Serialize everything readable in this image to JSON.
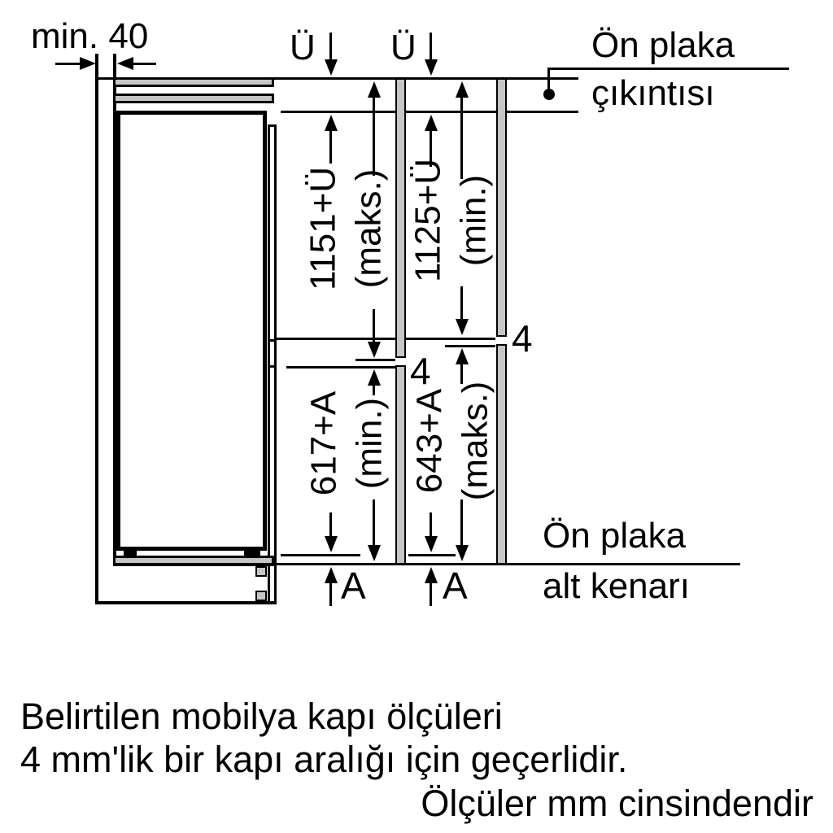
{
  "diagram": {
    "min_gap_label": "min. 40",
    "overhang_symbol_1": "Ü",
    "overhang_symbol_2": "Ü",
    "front_plate_top_label_line1": "Ön plaka",
    "front_plate_top_label_line2": "çıkıntısı",
    "front_plate_bottom_label_line1": "Ön plaka",
    "front_plate_bottom_label_line2": "alt kenarı",
    "dim_upper_max_value": "1151+Ü",
    "dim_upper_max_qualifier": "(maks.)",
    "dim_upper_min_value": "1125+Ü",
    "dim_upper_min_qualifier": "(min.)",
    "dim_lower_min_value": "617+A",
    "dim_lower_min_qualifier": "(min.)",
    "dim_lower_max_value": "643+A",
    "dim_lower_max_qualifier": "(maks.)",
    "gap_left_label": "4",
    "gap_right_label": "4",
    "bottom_offset_label_1": "A",
    "bottom_offset_label_2": "A"
  },
  "footer": {
    "note_line1": "Belirtilen mobilya kapı ölçüleri",
    "note_line2": "4 mm'lik bir kapı aralığı için geçerlidir.",
    "units_note": "Ölçüler mm cinsindendir"
  },
  "colors": {
    "line": "#000000",
    "panel_gray": "#c6c6c6",
    "background": "#ffffff"
  }
}
